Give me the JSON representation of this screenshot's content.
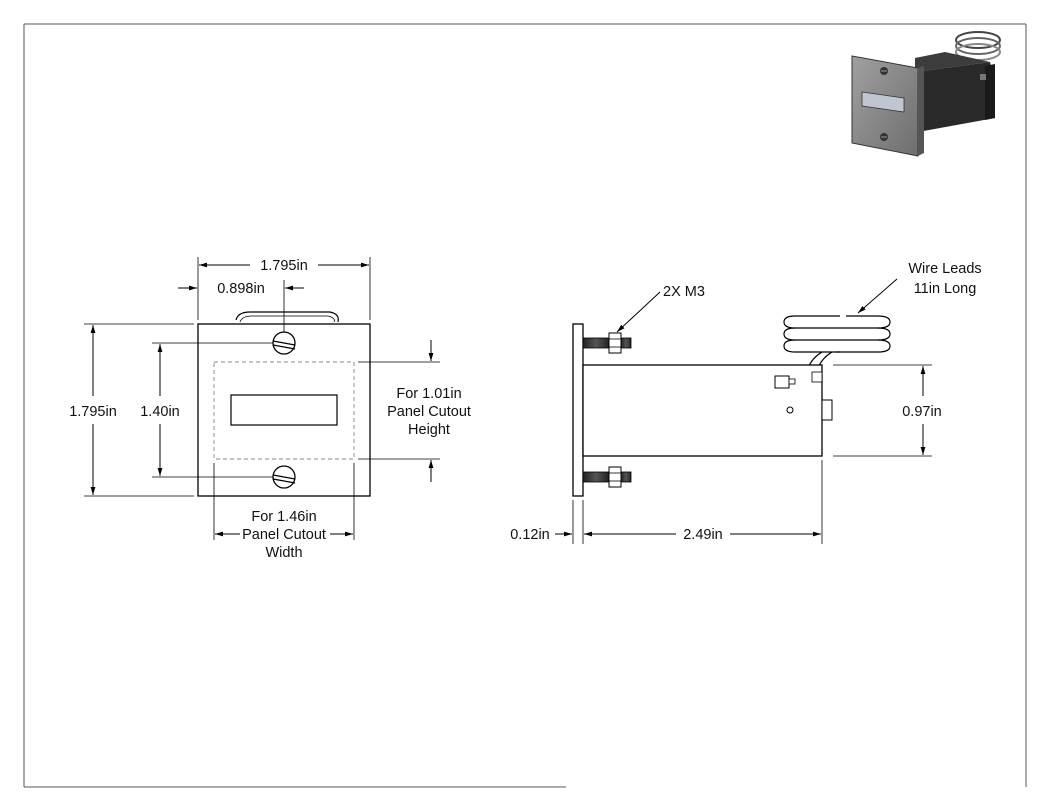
{
  "front_view": {
    "overall_width": "1.795in",
    "hole_offset": "0.898in",
    "overall_height": "1.795in",
    "hole_spacing": "1.40in",
    "cutout_height_label": [
      "For 1.01in",
      "Panel Cutout",
      "Height"
    ],
    "cutout_width_label": [
      "For 1.46in",
      "Panel Cutout",
      "Width"
    ]
  },
  "side_view": {
    "screws_label": "2X M3",
    "wire_label": [
      "Wire Leads",
      "11in Long"
    ],
    "body_height": "0.97in",
    "flange_thickness": "0.12in",
    "body_length": "2.49in"
  },
  "colors": {
    "line": "#000000",
    "panel_fill": "#ffffff",
    "iso_face": "#8a8a8a",
    "iso_body": "#2a2a2a",
    "dashed": "#888888"
  }
}
